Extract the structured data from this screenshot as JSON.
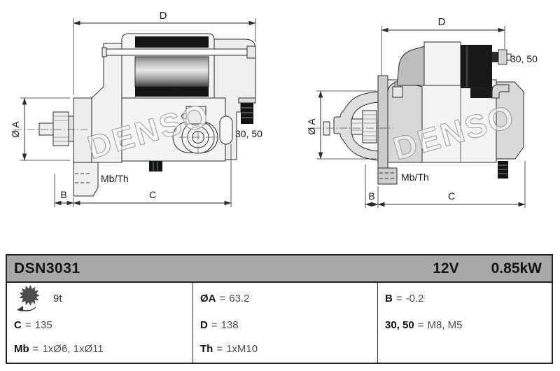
{
  "title_block": {
    "part_number": "DSN3031",
    "voltage": "12V",
    "power": "0.85kW"
  },
  "drawing": {
    "watermark": "DENSO",
    "labels": {
      "d": "D",
      "dia_a": "Ø A",
      "b": "B",
      "c": "C",
      "mb_th": "Mb/Th",
      "t30_50": "30, 50"
    }
  },
  "specs": {
    "separator": "=",
    "teeth": "9t",
    "c": {
      "k": "C",
      "v": "135"
    },
    "mb": {
      "k": "Mb",
      "v": "1xØ6, 1xØ11"
    },
    "dia_a": {
      "k": "ØA",
      "v": "63.2"
    },
    "d": {
      "k": "D",
      "v": "138"
    },
    "th": {
      "k": "Th",
      "v": "1xM10"
    },
    "b": {
      "k": "B",
      "v": "-0.2"
    },
    "t30_50": {
      "k": "30, 50",
      "v": "M8, M5"
    }
  },
  "colors": {
    "header_bg": "#a8a8a8",
    "table_border": "#222222",
    "drawing_line": "#2b2b2b",
    "value_text": "#4d4d4d",
    "watermark_stroke": "#9f9f9f"
  }
}
